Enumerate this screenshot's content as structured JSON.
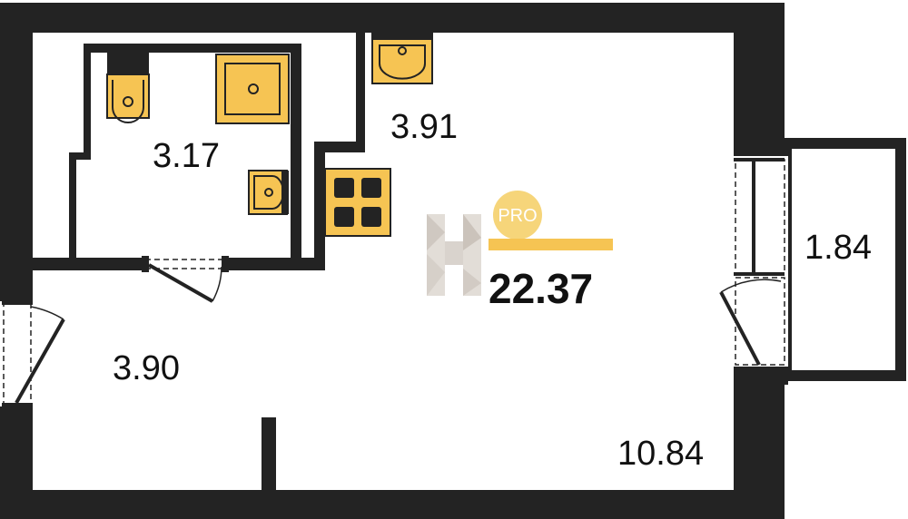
{
  "plan": {
    "rooms": [
      {
        "id": "bathroom",
        "area": "3.17"
      },
      {
        "id": "kitchen",
        "area": "3.91"
      },
      {
        "id": "hallway",
        "area": "3.90"
      },
      {
        "id": "main_room",
        "area": "10.84"
      },
      {
        "id": "balcony",
        "area": "1.84"
      }
    ],
    "total_area": "22.37",
    "badge": {
      "text": "PRO"
    }
  },
  "colors": {
    "wall": "#232323",
    "fixture": "#f6c453",
    "accent_bar": "#f6c453",
    "badge": "#f6d57a",
    "logo": "#d9d3cd"
  },
  "icons": [
    "toilet-icon",
    "shower-icon",
    "bathroom-sink-icon",
    "kitchen-sink-icon",
    "stove-icon",
    "logo-h-icon"
  ]
}
